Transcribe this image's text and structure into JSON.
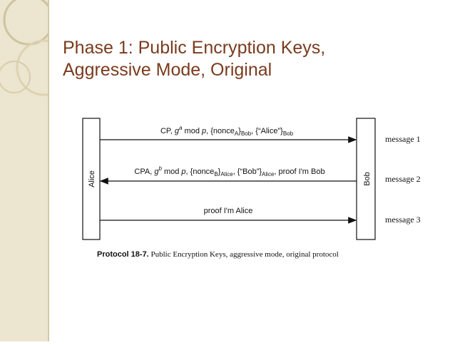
{
  "slide": {
    "title_line1": "Phase 1: Public Encryption Keys,",
    "title_line2": "Aggressive Mode, Original",
    "colors": {
      "title": "#7a3b1e",
      "sidebar": "#ece5cf",
      "sidebar_rings": "#cfc3a0"
    }
  },
  "diagram": {
    "left_party": "Alice",
    "right_party": "Bob",
    "messages": [
      {
        "direction": "right",
        "text_parts": [
          "CP, ",
          "g",
          "a",
          " mod ",
          "p",
          ", {nonce",
          "A",
          "}",
          "Bob",
          ", {“Alice”}",
          "Bob"
        ],
        "label": "message 1"
      },
      {
        "direction": "left",
        "text_parts": [
          "CPA, ",
          "g",
          "b",
          " mod ",
          "p",
          ", {nonce",
          "B",
          "}",
          "Alice",
          ", {“Bob”}",
          "Alice",
          ", proof I'm Bob"
        ],
        "label": "message 2"
      },
      {
        "direction": "right",
        "text": "proof I'm Alice",
        "label": "message 3"
      }
    ],
    "caption_bold": "Protocol 18-7.",
    "caption_rest": " Public Encryption Keys, aggressive mode, original protocol"
  }
}
